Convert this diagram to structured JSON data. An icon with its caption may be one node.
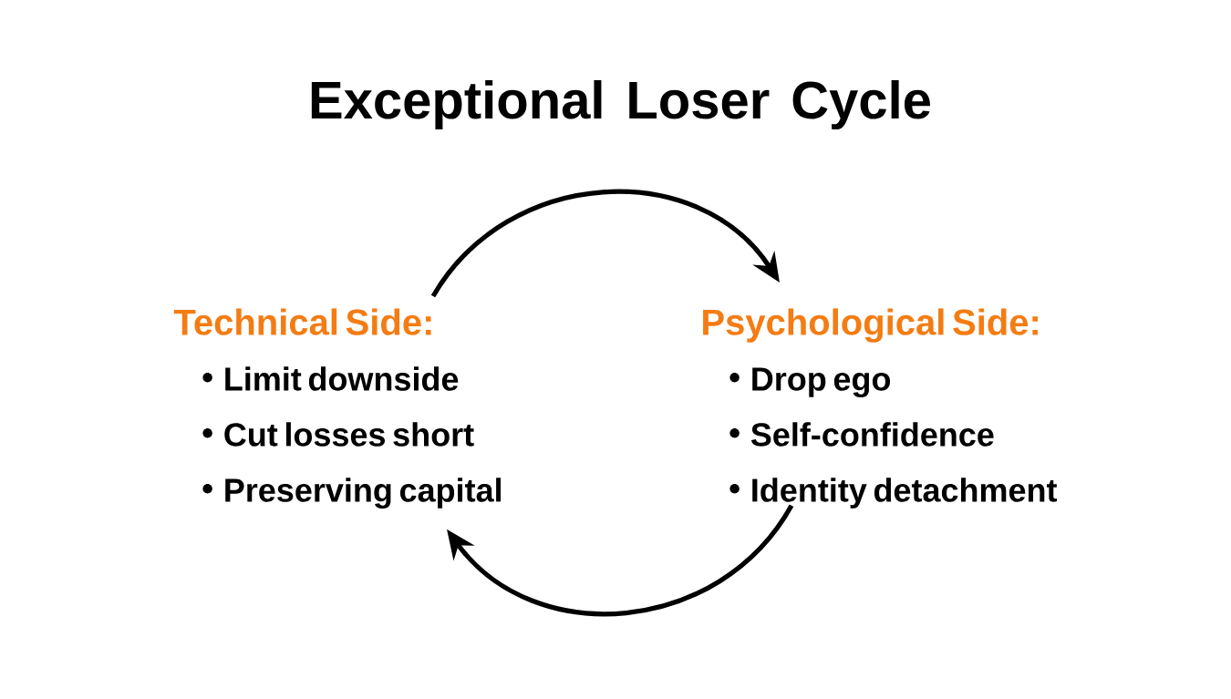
{
  "diagram": {
    "title": "Exceptional Loser Cycle",
    "nodes": [
      {
        "text": [
          "Technical Side:",
          "Limit downside",
          "Cut losses short",
          "Preserving capital"
        ]
      },
      {
        "text": [
          "Psychological Side:",
          "Drop ego",
          "Self-confidence",
          "Identity detachment"
        ]
      }
    ],
    "edges": [
      {
        "from": 0,
        "to": 1,
        "arrow": "to"
      },
      {
        "from": 1,
        "to": 0,
        "arrow": "to"
      }
    ]
  }
}
